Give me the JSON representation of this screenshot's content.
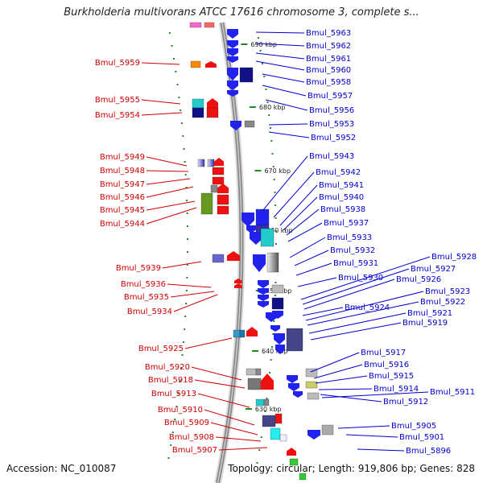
{
  "title": "Burkholderia multivorans ATCC 17616 chromosome 3, complete s...",
  "accession_label": "Accession: NC_010087",
  "summary_label": "Topology: circular; Length: 919,806 bp; Genes: 828",
  "colors": {
    "left_labels": "#cc0000",
    "right_labels": "#0000cc",
    "backbone": "#888888",
    "ticks": "#228822"
  },
  "kbp_marks": [
    "690 kbp",
    "680 kbp",
    "670 kbp",
    "660 kbp",
    "650 kbp",
    "640 kbp",
    "630 kbp"
  ],
  "left_genes": [
    "Bmul_5959",
    "Bmul_5955",
    "Bmul_5954",
    "Bmul_5949",
    "Bmul_5948",
    "Bmul_5947",
    "Bmul_5946",
    "Bmul_5945",
    "Bmul_5944",
    "Bmul_5939",
    "Bmul_5936",
    "Bmul_5935",
    "Bmul_5934",
    "Bmul_5925",
    "Bmul_5920",
    "Bmul_5918",
    "Bmul_5913",
    "Bmul_5910",
    "Bmul_5909",
    "Bmul_5908",
    "Bmul_5907"
  ],
  "right_genes": [
    "Bmul_5963",
    "Bmul_5962",
    "Bmul_5961",
    "Bmul_5960",
    "Bmul_5958",
    "Bmul_5957",
    "Bmul_5956",
    "Bmul_5953",
    "Bmul_5952",
    "Bmul_5943",
    "Bmul_5942",
    "Bmul_5941",
    "Bmul_5940",
    "Bmul_5938",
    "Bmul_5937",
    "Bmul_5933",
    "Bmul_5932",
    "Bmul_5931",
    "Bmul_5930",
    "Bmul_5928",
    "Bmul_5927",
    "Bmul_5926",
    "Bmul_5924",
    "Bmul_5923",
    "Bmul_5922",
    "Bmul_5921",
    "Bmul_5919",
    "Bmul_5917",
    "Bmul_5916",
    "Bmul_5915",
    "Bmul_5914",
    "Bmul_5912",
    "Bmul_5911",
    "Bmul_5905",
    "Bmul_5901",
    "Bmul_5896"
  ]
}
